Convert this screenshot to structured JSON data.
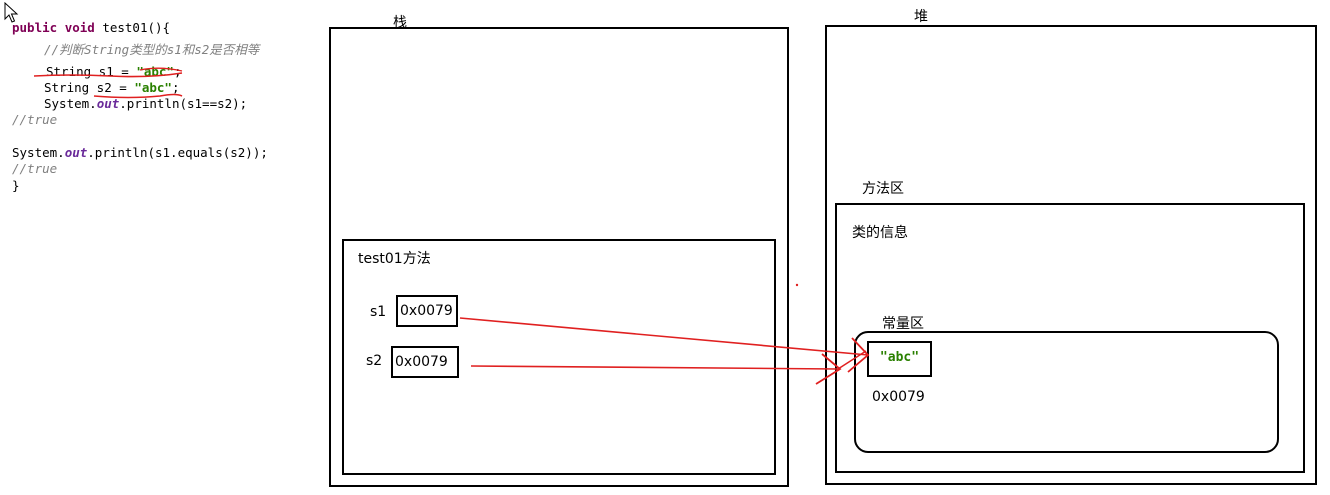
{
  "code": {
    "line1_kw1": "public",
    "line1_kw2": "void",
    "line1_rest": "test01(){",
    "line2_comment": "//判断String类型的s1和s2是否相等",
    "line3_a": "String s1 = ",
    "line3_str": "\"abc\"",
    "line3_end": ";",
    "line4_a": "String s2 = ",
    "line4_str": "\"abc\"",
    "line4_end": ";",
    "line5_a": "System.",
    "line5_field": "out",
    "line5_b": ".println(s1==s2);",
    "line6_comment": "//true",
    "line8_a": "System.",
    "line8_field": "out",
    "line8_b": ".println(s1.equals(s2));",
    "line9_comment": "//true",
    "line10": "}"
  },
  "diagram": {
    "stack_label": "栈",
    "heap_label": "堆",
    "method_frame_label": "test01方法",
    "s1_label": "s1",
    "s1_value": "0x0079",
    "s2_label": "s2",
    "s2_value": "0x0079",
    "method_area_label": "方法区",
    "class_info_label": "类的信息",
    "constant_pool_label": "常量区",
    "string_literal": "\"abc\"",
    "literal_address": "0x0079"
  },
  "colors": {
    "arrow": "#e02020",
    "string": "#2a8000",
    "keyword": "#7f0055"
  },
  "icons": [
    "cursor-icon"
  ]
}
